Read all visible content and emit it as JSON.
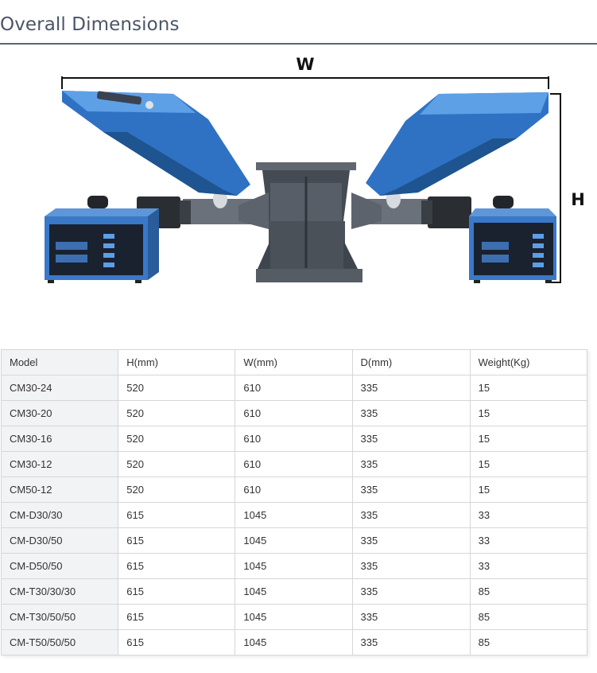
{
  "section": {
    "title": "Overall Dimensions"
  },
  "figure": {
    "width_label": "W",
    "height_label": "H",
    "colors": {
      "hopper": "#2f72c4",
      "body": "#4e5660",
      "controller": "#3a78c8",
      "panel": "#1a2230"
    }
  },
  "table": {
    "headers": [
      "Model",
      "H(mm)",
      "W(mm)",
      "D(mm)",
      "Weight(Kg)"
    ],
    "rows": [
      [
        "CM30-24",
        "520",
        "610",
        "335",
        "15"
      ],
      [
        "CM30-20",
        "520",
        "610",
        "335",
        "15"
      ],
      [
        "CM30-16",
        "520",
        "610",
        "335",
        "15"
      ],
      [
        "CM30-12",
        "520",
        "610",
        "335",
        "15"
      ],
      [
        "CM50-12",
        "520",
        "610",
        "335",
        "15"
      ],
      [
        "CM-D30/30",
        "615",
        "1045",
        "335",
        "33"
      ],
      [
        "CM-D30/50",
        "615",
        "1045",
        "335",
        "33"
      ],
      [
        "CM-D50/50",
        "615",
        "1045",
        "335",
        "33"
      ],
      [
        "CM-T30/30/30",
        "615",
        "1045",
        "335",
        "85"
      ],
      [
        "CM-T30/50/50",
        "615",
        "1045",
        "335",
        "85"
      ],
      [
        "CM-T50/50/50",
        "615",
        "1045",
        "335",
        "85"
      ]
    ]
  }
}
